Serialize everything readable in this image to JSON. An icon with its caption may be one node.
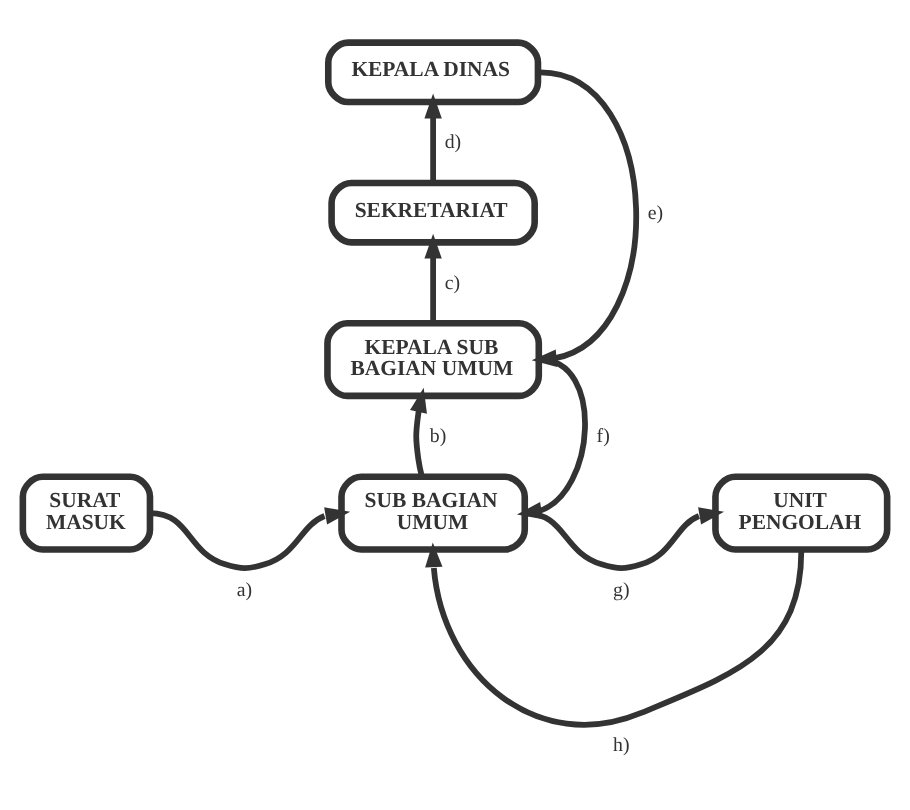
{
  "diagram": {
    "nodes": [
      {
        "text": [
          "KEPALA DINAS"
        ]
      },
      {
        "text": [
          "SEKRETARIAT"
        ]
      },
      {
        "text": [
          "KEPALA SUB BAGIAN UMUM"
        ]
      },
      {
        "text": [
          "SURAT MASUK"
        ]
      },
      {
        "text": [
          "SUB BAGIAN UMUM"
        ]
      },
      {
        "text": [
          "UNIT PENGOLAH"
        ]
      }
    ],
    "edges": [
      {
        "from": 3,
        "to": 4,
        "arrow": "to",
        "label": "a)"
      },
      {
        "from": 4,
        "to": 2,
        "arrow": "to",
        "label": "b)"
      },
      {
        "from": 2,
        "to": 1,
        "arrow": "to",
        "label": "c)"
      },
      {
        "from": 1,
        "to": 0,
        "arrow": "to",
        "label": "d)"
      },
      {
        "from": 0,
        "to": 2,
        "arrow": "to",
        "label": "e)"
      },
      {
        "from": 2,
        "to": 4,
        "arrow": "to",
        "label": "f)"
      },
      {
        "from": 4,
        "to": 5,
        "arrow": "to",
        "label": "g)"
      },
      {
        "from": 5,
        "to": 4,
        "arrow": "to",
        "label": "h)"
      }
    ]
  }
}
